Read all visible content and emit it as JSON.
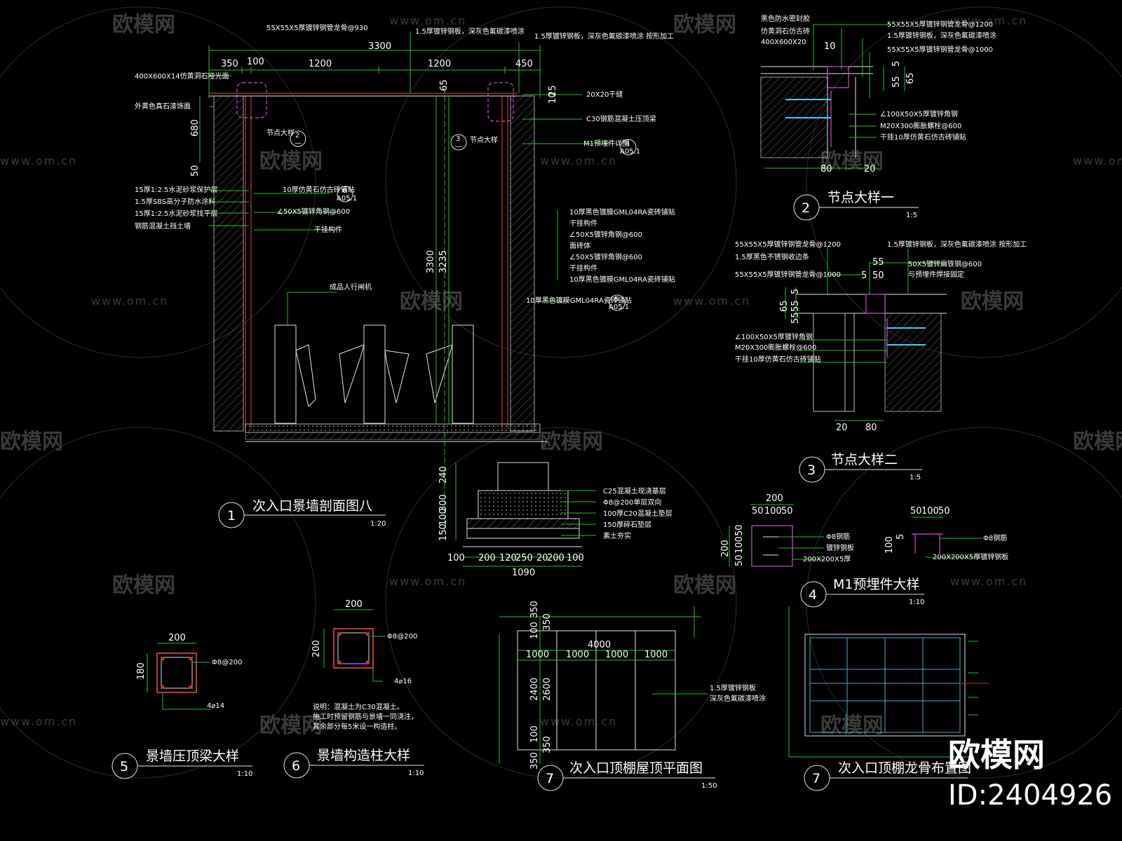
{
  "watermark": {
    "brand": "欧模网",
    "url": "www.om.cn",
    "id_label": "ID:2404926"
  },
  "section1": {
    "title": "次入口景墙剖面图八",
    "num": "1",
    "scale": "1:20",
    "dims_top": [
      "3300",
      "350",
      "100",
      "1200",
      "1200",
      "450"
    ],
    "dims_left": [
      "680",
      "50"
    ],
    "dims_vertical": [
      "65",
      "25",
      "10",
      "3300",
      "3235"
    ],
    "dims_found_v": [
      "240",
      "300",
      "100",
      "150"
    ],
    "dims_found_h": [
      "100",
      "200",
      "120",
      "250",
      "20",
      "200",
      "100"
    ],
    "dim_total": "1090",
    "notes_top": [
      "55X55X5厚镀锌钢管龙骨@930",
      "1.5厚镀锌钢板，深灰色氟碳漆喷涂",
      "1.5厚镀锌钢板，深灰色氟碳漆喷涂  按形加工"
    ],
    "notes_left": [
      "400X600X14仿黄洞石哑光面",
      "外黄色真石漆饰面",
      "15厚1:2.5水泥砂浆保护层",
      "1.5厚SBS高分子防水涂料",
      "15厚1:2.5水泥砂浆找平层",
      "钢筋混凝土挡土墙"
    ],
    "notes_inner": [
      "10厚仿黄石仿古砖铺贴",
      "∠50X5镀锌角钢@600",
      "干挂构件",
      "成品人行闸机"
    ],
    "notes_right": [
      "20X20干缝",
      "C30钢筋混凝土压顶梁",
      "M1预埋件详图",
      "10厚黑色镀膜GML04RA瓷砖铺贴",
      "干挂构件",
      "∠50X5镀锌角钢@600",
      "面砖体",
      "∠50X5镀锌角钢@600",
      "干挂构件",
      "10厚黑色镀膜GML04RA瓷砖铺贴",
      "10厚黑色镀膜GML04RA瓷砖铺贴"
    ],
    "notes_found": [
      "C25混凝土现浇基层",
      "Φ8@200单层双向",
      "100厚C20混凝土垫层",
      "150厚碎石垫层",
      "素土夯实"
    ],
    "callout_labels": [
      "节点大样",
      "节点大样"
    ],
    "callout_nums": [
      "2",
      "3",
      "4",
      "6",
      "5"
    ],
    "callout_sub": [
      "—",
      "—",
      "A05.1",
      "A05.1",
      "A05.1"
    ]
  },
  "detail2": {
    "title": "节点大样一",
    "num": "2",
    "scale": "1:5",
    "notes": [
      "黑色防水密封胶",
      "仿黄洞石仿古砖",
      "400X600X20",
      "55X55X5厚镀锌钢管龙骨@1200",
      "1.5厚镀锌钢板，深灰色氟碳漆喷涂",
      "55X55X5厚镀锌钢管龙骨@1000",
      "∠100X50X5厚镀锌角钢",
      "M20X300膨胀螺栓@600",
      "干挂10厚仿黄石仿古砖铺贴"
    ],
    "dims": [
      "10",
      "5",
      "55",
      "65",
      "80",
      "20"
    ]
  },
  "detail3": {
    "title": "节点大样二",
    "num": "3",
    "scale": "1:5",
    "notes": [
      "55X55X5厚镀锌钢管龙骨@1200",
      "1.5厚黑色不锈钢收边条",
      "55X55X5厚镀锌钢管龙骨@1000",
      "1.5厚镀锌钢板，深灰色氟碳漆喷涂  按形加工",
      "50X5镀锌扁铁钢@600",
      "与预埋件焊接固定",
      "∠100X50X5厚镀锌角钢",
      "M20X300膨胀螺栓@600",
      "干挂10厚仿黄石仿古砖铺贴"
    ],
    "dims": [
      "55",
      "5",
      "50",
      "5",
      "55",
      "65",
      "55",
      "20",
      "80"
    ]
  },
  "detail4": {
    "title": "M1预埋件大样",
    "num": "4",
    "scale": "1:10",
    "dims": [
      "200",
      "50",
      "100",
      "50",
      "200",
      "50",
      "100",
      "50",
      "50",
      "100",
      "50",
      "100",
      "5"
    ],
    "notes": [
      "Φ8钢筋",
      "镀锌钢板",
      "200X200X5厚",
      "Φ8钢筋",
      "200X200X5厚镀锌钢板"
    ]
  },
  "detail5": {
    "title": "景墙压顶梁大样",
    "num": "5",
    "scale": "1:10",
    "dims": [
      "200",
      "180"
    ],
    "notes": [
      "Φ8@200",
      "4⌀14"
    ]
  },
  "detail6": {
    "title": "景墙构造柱大样",
    "num": "6",
    "scale": "1:10",
    "dims": [
      "200",
      "200"
    ],
    "notes": [
      "Φ8@200",
      "4⌀16"
    ],
    "remarks": [
      "说明：混凝土为C30混凝土。",
      "施工时预留钢筋与景墙一同浇注，",
      "其余部分每5米设一构造柱。"
    ]
  },
  "detail7a": {
    "title": "次入口顶棚屋顶平面图",
    "num": "7",
    "scale": "1:50",
    "dims": [
      "4000",
      "1000",
      "1000",
      "1000",
      "1000",
      "350",
      "100",
      "350",
      "2400",
      "2600",
      "100",
      "350",
      "350"
    ],
    "notes": [
      "1.5厚镀锌钢板",
      "深灰色氟碳漆喷涂"
    ]
  },
  "detail7b": {
    "title": "次入口顶棚龙骨布置图",
    "num": "7"
  }
}
